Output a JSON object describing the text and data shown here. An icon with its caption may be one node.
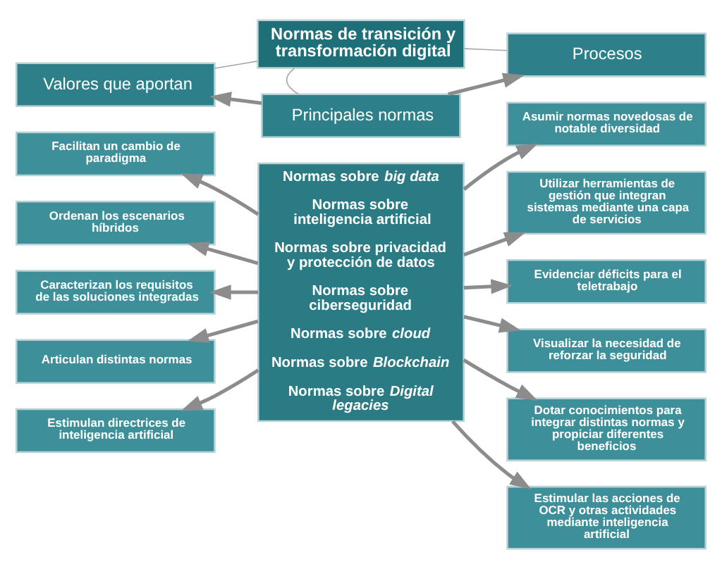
{
  "diagram": {
    "nodes": [
      {
        "text": [
          "Normas de transición y transformación digital"
        ]
      },
      {
        "text": [
          "Valores que aportan"
        ]
      },
      {
        "text": [
          "Principales normas"
        ]
      },
      {
        "text": [
          "Procesos"
        ]
      },
      {
        "text": [
          "Facilitan un cambio de paradigma"
        ]
      },
      {
        "text": [
          "Ordenan los escenarios híbridos"
        ]
      },
      {
        "text": [
          "Caracterizan los requisitos de las soluciones integradas"
        ]
      },
      {
        "text": [
          "Articulan distintas normas"
        ]
      },
      {
        "text": [
          "Estimulan directrices de inteligencia artificial"
        ]
      },
      {
        "text": [
          "Normas sobre *big data*",
          "Normas sobre inteligencia artificial",
          "Normas sobre privacidad y protección de datos",
          "Normas sobre ciberseguridad",
          "Normas sobre *cloud*",
          "Normas sobre *Blockchain*",
          "Normas sobre *Digital legacies*"
        ]
      },
      {
        "text": [
          "Asumir normas novedosas de notable diversidad"
        ]
      },
      {
        "text": [
          "Utilizar herramientas de gestión que integran sistemas mediante una capa de servicios"
        ]
      },
      {
        "text": [
          "Evidenciar déficits para el teletrabajo"
        ]
      },
      {
        "text": [
          "Visualizar la necesidad de reforzar la seguridad"
        ]
      },
      {
        "text": [
          "Dotar conocimientos para integrar distintas normas y propiciar diferentes beneficios"
        ]
      },
      {
        "text": [
          "Estimular las acciones de OCR y otras actividades mediante inteligencia artificial"
        ]
      }
    ],
    "edges": [
      {
        "from": 0,
        "to": 1,
        "arrow": "none",
        "color": "#a6a6a6"
      },
      {
        "from": 0,
        "to": 2,
        "arrow": "none",
        "color": "#a6a6a6"
      },
      {
        "from": 0,
        "to": 3,
        "arrow": "none",
        "color": "#a6a6a6"
      },
      {
        "from": 2,
        "to": 1,
        "arrow": "to"
      },
      {
        "from": 2,
        "to": 3,
        "arrow": "to"
      },
      {
        "from": 9,
        "to": 4,
        "arrow": "to"
      },
      {
        "from": 9,
        "to": 5,
        "arrow": "to"
      },
      {
        "from": 9,
        "to": 6,
        "arrow": "to"
      },
      {
        "from": 9,
        "to": 7,
        "arrow": "to"
      },
      {
        "from": 9,
        "to": 8,
        "arrow": "to"
      },
      {
        "from": 9,
        "to": 10,
        "arrow": "to"
      },
      {
        "from": 9,
        "to": 11,
        "arrow": "to"
      },
      {
        "from": 9,
        "to": 12,
        "arrow": "to"
      },
      {
        "from": 9,
        "to": 13,
        "arrow": "to"
      },
      {
        "from": 9,
        "to": 14,
        "arrow": "to"
      },
      {
        "from": 9,
        "to": 15,
        "arrow": "to"
      }
    ]
  }
}
